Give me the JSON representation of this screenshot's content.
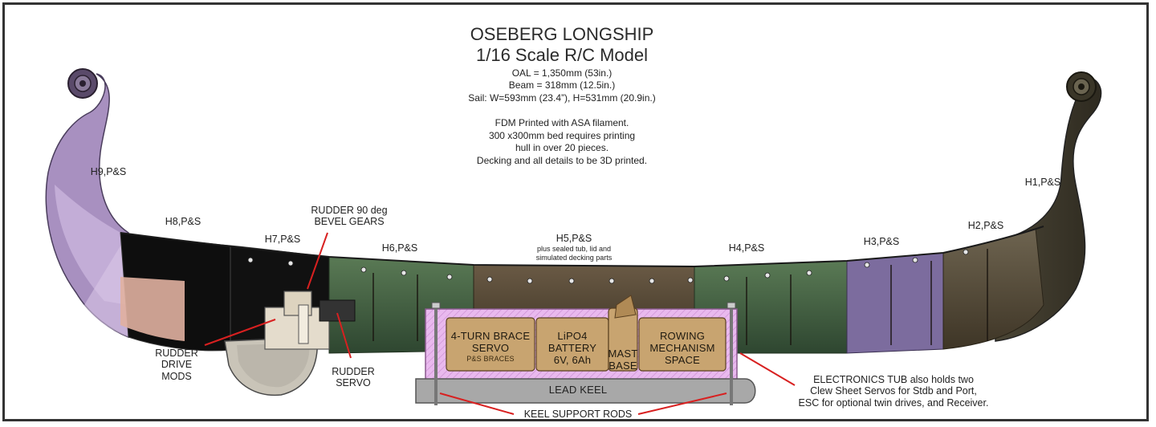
{
  "title": {
    "line1": "OSEBERG LONGSHIP",
    "line2": "1/16 Scale R/C Model"
  },
  "specs": {
    "oal": "OAL = 1,350mm (53in.)",
    "beam": "Beam = 318mm (12.5in.)",
    "sail": "Sail: W=593mm (23.4”), H=531mm (20.9in.)"
  },
  "printing": {
    "line1": "FDM Printed with ASA filament.",
    "line2": "300 x300mm bed requires printing",
    "line3": "hull in over 20 pieces.",
    "line4": "Decking and all details to be 3D printed."
  },
  "hull_sections": [
    {
      "label": "H9,P&S"
    },
    {
      "label": "H8,P&S"
    },
    {
      "label": "H7,P&S"
    },
    {
      "label": "H6,P&S"
    },
    {
      "label": "H5,P&S",
      "note1": "plus sealed tub, lid and",
      "note2": "simulated decking parts"
    },
    {
      "label": "H4,P&S"
    },
    {
      "label": "H3,P&S"
    },
    {
      "label": "H2,P&S"
    },
    {
      "label": "H1,P&S"
    }
  ],
  "callouts": {
    "rudder_gears": {
      "line1": "RUDDER 90 deg",
      "line2": "BEVEL GEARS"
    },
    "rudder_drive": {
      "line1": "RUDDER",
      "line2": "DRIVE",
      "line3": "MODS"
    },
    "rudder_servo": {
      "line1": "RUDDER",
      "line2": "SERVO"
    },
    "keel_rods": "KEEL SUPPORT RODS",
    "electronics": {
      "line1": "ELECTRONICS TUB also holds two",
      "line2": "Clew Sheet Servos for Stdb and Port,",
      "line3": "ESC for optional twin drives, and Receiver."
    }
  },
  "tub": {
    "brace": {
      "line1": "4-TURN BRACE",
      "line2": "SERVO",
      "line3": "P&S BRACES"
    },
    "battery": {
      "line1": "LiPO4",
      "line2": "BATTERY",
      "line3": "6V, 6Ah"
    },
    "mast": {
      "line1": "MAST",
      "line2": "BASE"
    },
    "rowing": {
      "line1": "ROWING",
      "line2": "MECHANISM",
      "line3": "SPACE"
    }
  },
  "keel": {
    "label": "LEAD KEEL"
  },
  "colors": {
    "callout_line": "#d82020",
    "tub_fill": "#e8b3ec",
    "box_fill": "#c8a470",
    "keel_fill": "#a8a8a8",
    "stern_purple": "#b8a0c8",
    "black_section": "#0c0c0c",
    "green_section": "#3e5a3a",
    "brown_section": "#4a4030",
    "purple_section": "#7a6a9a"
  }
}
